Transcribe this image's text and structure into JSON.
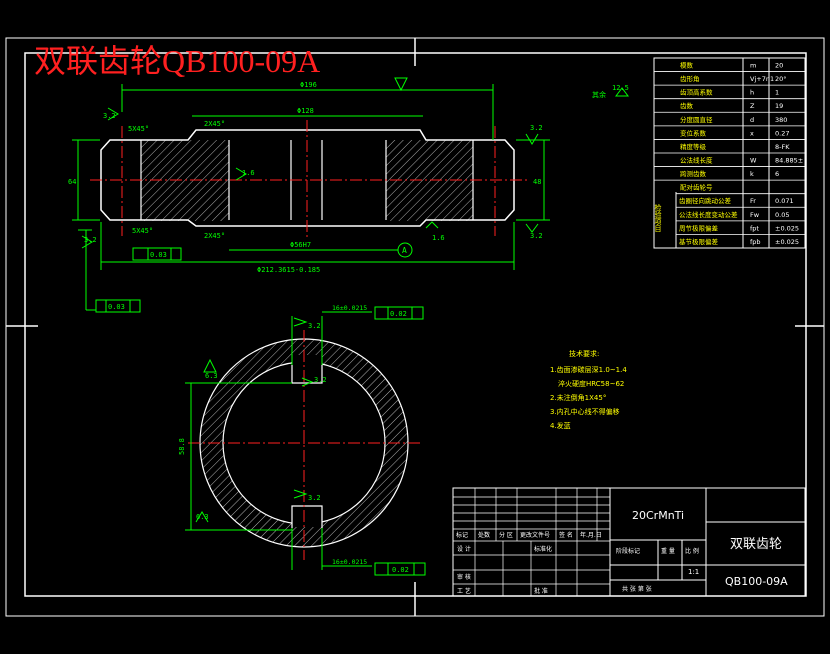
{
  "title_overlay": "双联齿轮QB100-09A",
  "gear_table": {
    "rows": [
      {
        "label": "模数",
        "sym": "m",
        "val": "20"
      },
      {
        "label": "齿形角",
        "sym": "Vj+7n1",
        "val": "20°"
      },
      {
        "label": "齿顶高系数",
        "sym": "h",
        "val": "1"
      },
      {
        "label": "齿数",
        "sym": "Z",
        "val": "19"
      },
      {
        "label": "分度圆直径",
        "sym": "d",
        "val": "380"
      },
      {
        "label": "变位系数",
        "sym": "x",
        "val": "0.27"
      },
      {
        "label": "精度等级",
        "sym": "",
        "val": "8-FK"
      },
      {
        "label": "公法线长度",
        "sym": "W",
        "val": "84.885±"
      },
      {
        "label": "跨测齿数",
        "sym": "k",
        "val": "6"
      },
      {
        "label": "配对齿轮号",
        "sym": "",
        "val": ""
      }
    ],
    "group_label": "检验项目",
    "check_rows": [
      {
        "label": "齿圈径向跳动公差",
        "sym": "Fr",
        "val": "0.071"
      },
      {
        "label": "公法线长度变动公差",
        "sym": "Fw",
        "val": "0.05"
      },
      {
        "label": "周节极限偏差",
        "sym": "fpt",
        "val": "±0.025"
      },
      {
        "label": "基节极限偏差",
        "sym": "fpb",
        "val": "±0.025"
      }
    ]
  },
  "tech_notes": {
    "title": "技术要求:",
    "items": [
      "1.齿面渗碳层深1.0~1.4",
      "淬火硬度HRC58~62",
      "2.未注倒角1X45°",
      "3.内孔中心线不得偏移",
      "4.发蓝"
    ]
  },
  "dimensions": {
    "d_top": "Φ196",
    "d_inner": "Φ128",
    "chamfer_tl": "5X45°",
    "chamfer_tm": "2X45°",
    "chamfer_bl": "5X45°",
    "chamfer_bm": "2X45°",
    "bore": "Φ56H7",
    "bottom_len": "Φ212.3615-0.185",
    "height": "64",
    "right_h": "48",
    "keyway_top": "16±0.0215",
    "keyway_bot": "16±0.0215",
    "key_depth": "58.8",
    "rough_ra1": "3.2",
    "rough_ra2": "1.6",
    "rough_ra3": "6.3",
    "rough_ra4": "12.5",
    "rough_other": "其余",
    "datum": "A",
    "tol1": "0.03",
    "tol2": "0.02",
    "tol3": "0.02",
    "tol4": "0.03"
  },
  "title_block": {
    "material": "20CrMnTi",
    "part_name": "双联齿轮",
    "drawing_no": "QB100-09A",
    "scale": "1:1",
    "rev_headers": [
      "标记",
      "处数",
      "分 区",
      "更改文件号",
      "签 名",
      "年.月.日"
    ],
    "row_labels": [
      "设 计",
      "审 核",
      "工 艺"
    ],
    "std_label": "标准化",
    "approve_label": "批 准",
    "stage_headers": [
      "阶段标记",
      "重 量",
      "比 例"
    ],
    "sheet_row": "共  张  第  张"
  }
}
